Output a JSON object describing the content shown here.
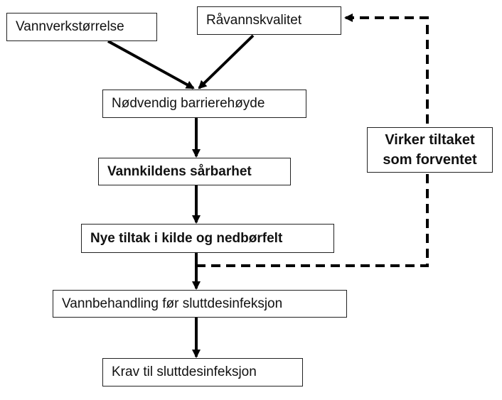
{
  "diagram": {
    "nodes": {
      "vannverk": "Vannverkstørrelse",
      "ravann": "Råvannskvalitet",
      "barriere": "Nødvendig barrierehøyde",
      "sarbarhet": "Vannkildens sårbarhet",
      "tiltak": "Nye tiltak i kilde og nedbørfelt",
      "behandling": "Vannbehandling før sluttdesinfeksjon",
      "krav": "Krav til sluttdesinfeksjon",
      "virker_line1": "Virker tiltaket",
      "virker_line2": "som forventet"
    },
    "edges": [
      {
        "from": "vannverk",
        "to": "barriere",
        "style": "solid"
      },
      {
        "from": "ravann",
        "to": "barriere",
        "style": "solid"
      },
      {
        "from": "barriere",
        "to": "sarbarhet",
        "style": "solid"
      },
      {
        "from": "sarbarhet",
        "to": "tiltak",
        "style": "solid"
      },
      {
        "from": "tiltak",
        "to": "behandling",
        "style": "solid"
      },
      {
        "from": "behandling",
        "to": "krav",
        "style": "solid"
      },
      {
        "from": "tiltak",
        "to": "ravann",
        "via": "virker",
        "style": "dashed"
      }
    ],
    "colors": {
      "line": "#000000",
      "box_border": "#222222",
      "text": "#111111",
      "background": "#ffffff"
    }
  }
}
